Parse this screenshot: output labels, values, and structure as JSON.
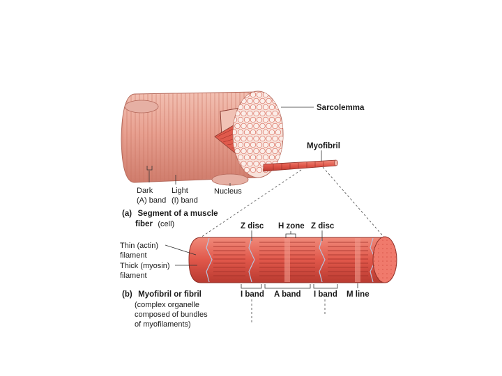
{
  "labels": {
    "sarcolemma": "Sarcolemma",
    "myofibril": "Myofibril",
    "dark_band_1": "Dark",
    "dark_band_2": "(A) band",
    "light_band_1": "Light",
    "light_band_2": "(I) band",
    "nucleus": "Nucleus",
    "z_disc_left": "Z disc",
    "h_zone": "H zone",
    "z_disc_right": "Z disc",
    "thin_filament_1": "Thin (actin)",
    "thin_filament_2": "filament",
    "thick_filament_1": "Thick (myosin)",
    "thick_filament_2": "filament",
    "i_band_left": "I band",
    "a_band": "A band",
    "i_band_right": "I band",
    "m_line": "M line"
  },
  "captions": {
    "a_letter": "(a)",
    "a_bold_1": "Segment of a muscle",
    "a_bold_2": "fiber",
    "a_normal": "(cell)",
    "b_letter": "(b)",
    "b_bold": "Myofibril or fibril",
    "b_line_2": "(complex organelle",
    "b_line_3": "composed of bundles",
    "b_line_4": "of myofilaments)"
  },
  "colors": {
    "fiber_body": "#e59a8a",
    "fiber_stripe": "#c96d60",
    "myofibril": "#e0574a",
    "end_face": "#f6d2c6"
  }
}
